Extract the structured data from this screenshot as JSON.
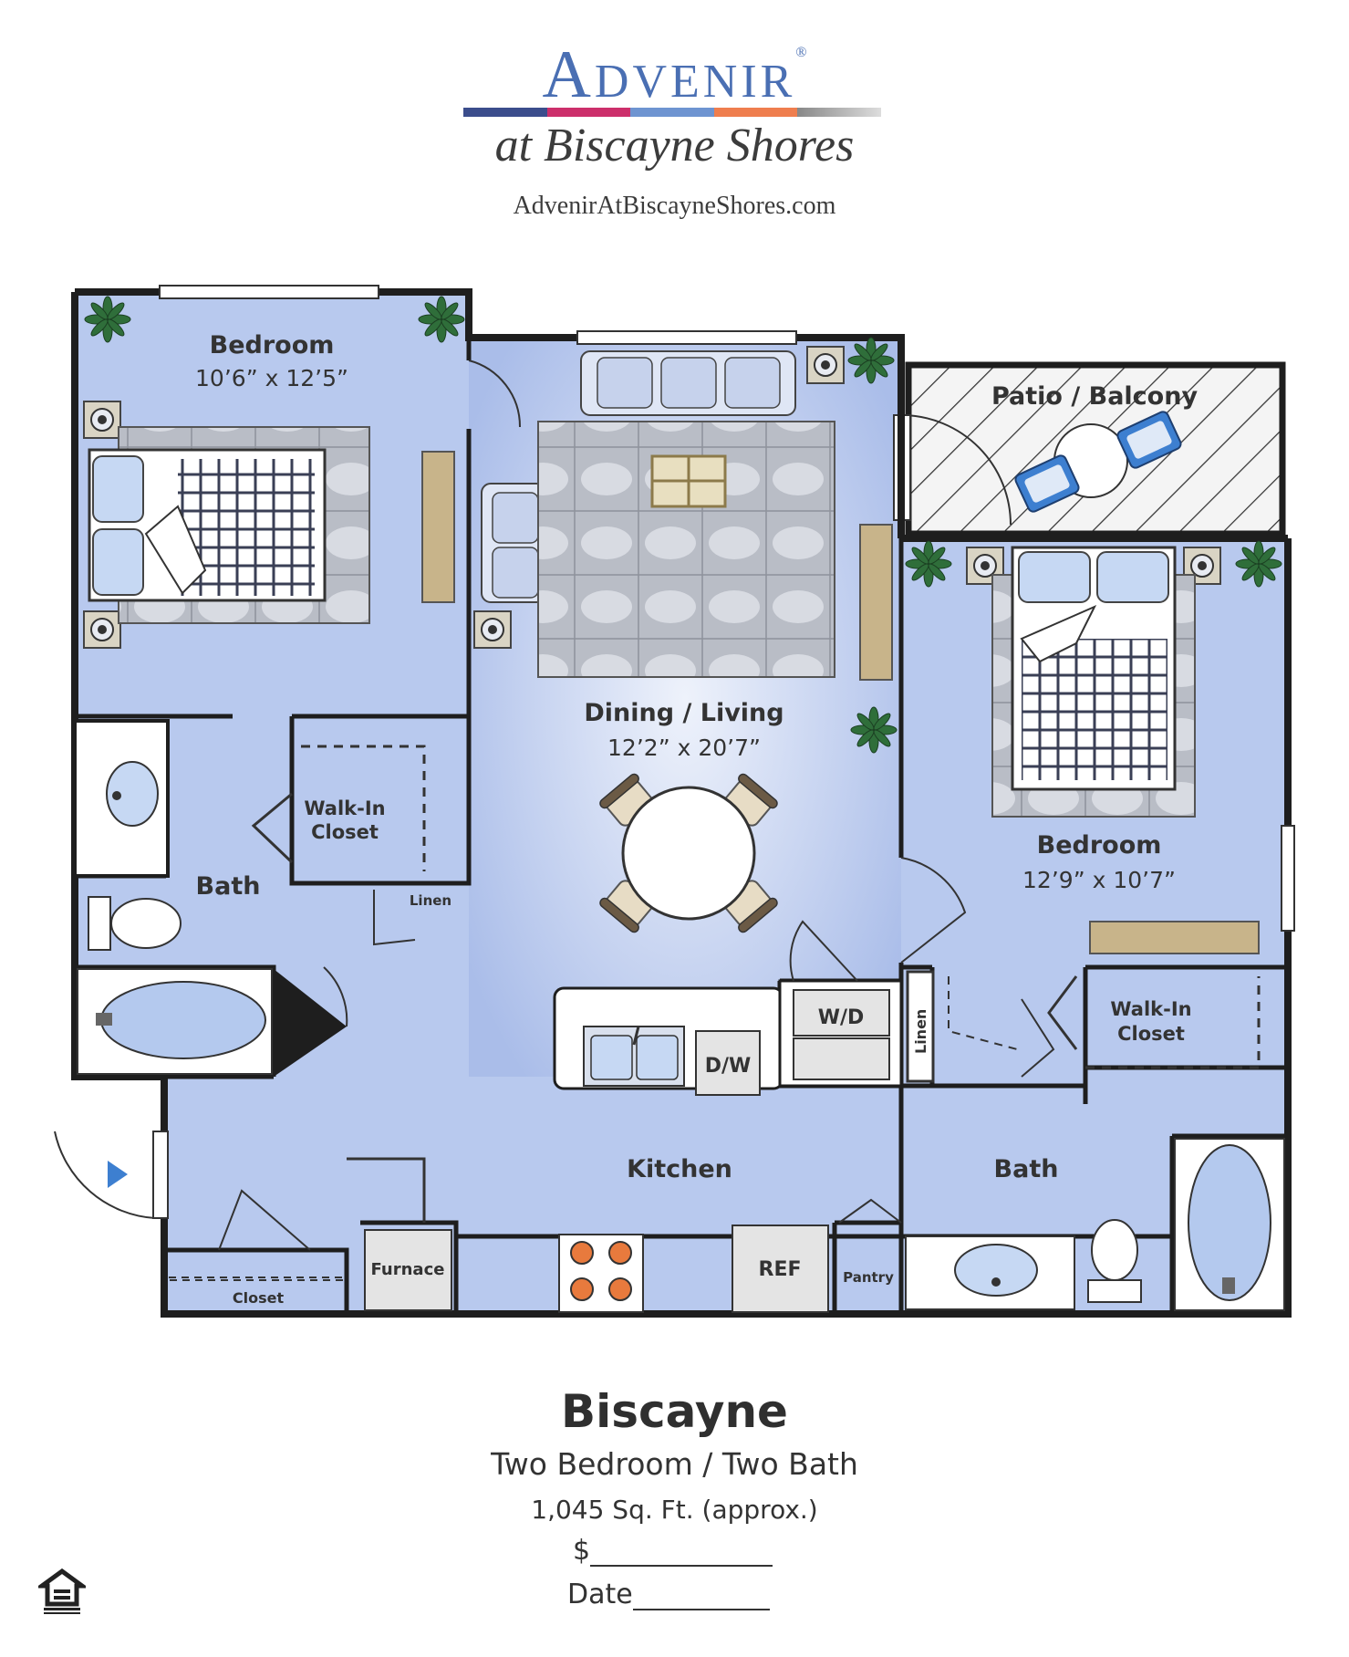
{
  "brand": {
    "name": "Advenir",
    "registered_mark": "®",
    "subtitle": "at Biscayne Shores",
    "url": "AdvenirAtBiscayneShores.com",
    "color_bar": [
      "#3b4d8c",
      "#cc2f6b",
      "#6e94d1",
      "#ef7e4e",
      "#b8b8b8"
    ]
  },
  "colors": {
    "floor": "#b8c9ee",
    "floor_light": "#e6ecfa",
    "wall": "#1e1e1e",
    "patio": "#f3f3f3",
    "plant": "#2f6e3a",
    "wood": "#c8b48a"
  },
  "rooms": {
    "bedroom1": {
      "name": "Bedroom",
      "dims": "10’6” x 12’5”"
    },
    "dining_living": {
      "name": "Dining / Living",
      "dims": "12’2” x 20’7”"
    },
    "patio": {
      "name": "Patio / Balcony"
    },
    "bedroom2": {
      "name": "Bedroom",
      "dims": "12’9” x 10’7”"
    },
    "walkin1": {
      "name_line1": "Walk-In",
      "name_line2": "Closet"
    },
    "walkin2": {
      "name_line1": "Walk-In",
      "name_line2": "Closet"
    },
    "bath1": {
      "name": "Bath"
    },
    "bath2": {
      "name": "Bath"
    },
    "kitchen": {
      "name": "Kitchen"
    },
    "linen1": {
      "name": "Linen"
    },
    "linen2": {
      "name": "Linen"
    },
    "closet": {
      "name": "Closet"
    },
    "pantry": {
      "name": "Pantry"
    }
  },
  "appliances": {
    "washer_dryer": "W/D",
    "dishwasher": "D/W",
    "furnace": "Furnace",
    "refrigerator": "REF"
  },
  "icons": {
    "plant": "plant-icon",
    "bed": "bed-icon",
    "sofa": "sofa-icon",
    "table": "dining-table-icon",
    "sink": "sink-icon",
    "toilet": "toilet-icon",
    "tub": "bathtub-icon",
    "stove": "stove-icon",
    "entry": "entry-arrow-icon",
    "equal_housing": "equal-housing-opportunity-icon"
  },
  "footer": {
    "plan_name": "Biscayne",
    "type": "Two Bedroom / Two Bath",
    "area": "1,045 Sq. Ft. (approx.)",
    "price_prefix": "$",
    "date_label": "Date"
  }
}
